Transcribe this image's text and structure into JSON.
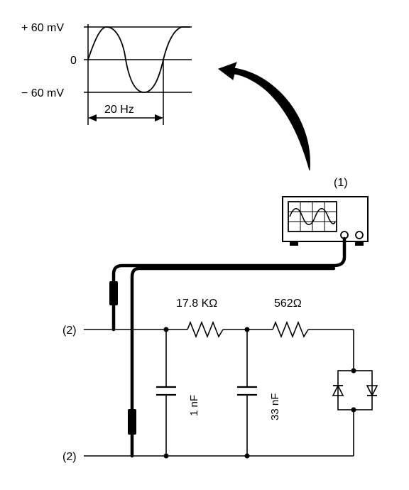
{
  "waveform": {
    "plus_label": "+ 60 mV",
    "zero_label": "0",
    "minus_label": "− 60 mV",
    "period_label": "20 Hz"
  },
  "oscilloscope": {
    "label": "(1)"
  },
  "circuit": {
    "top_terminal_label": "(2)",
    "bottom_terminal_label": "(2)",
    "resistor1_label": "17.8 KΩ",
    "resistor2_label": "562Ω",
    "capacitor1_label": "1 nF",
    "capacitor2_label": "33 nF"
  }
}
